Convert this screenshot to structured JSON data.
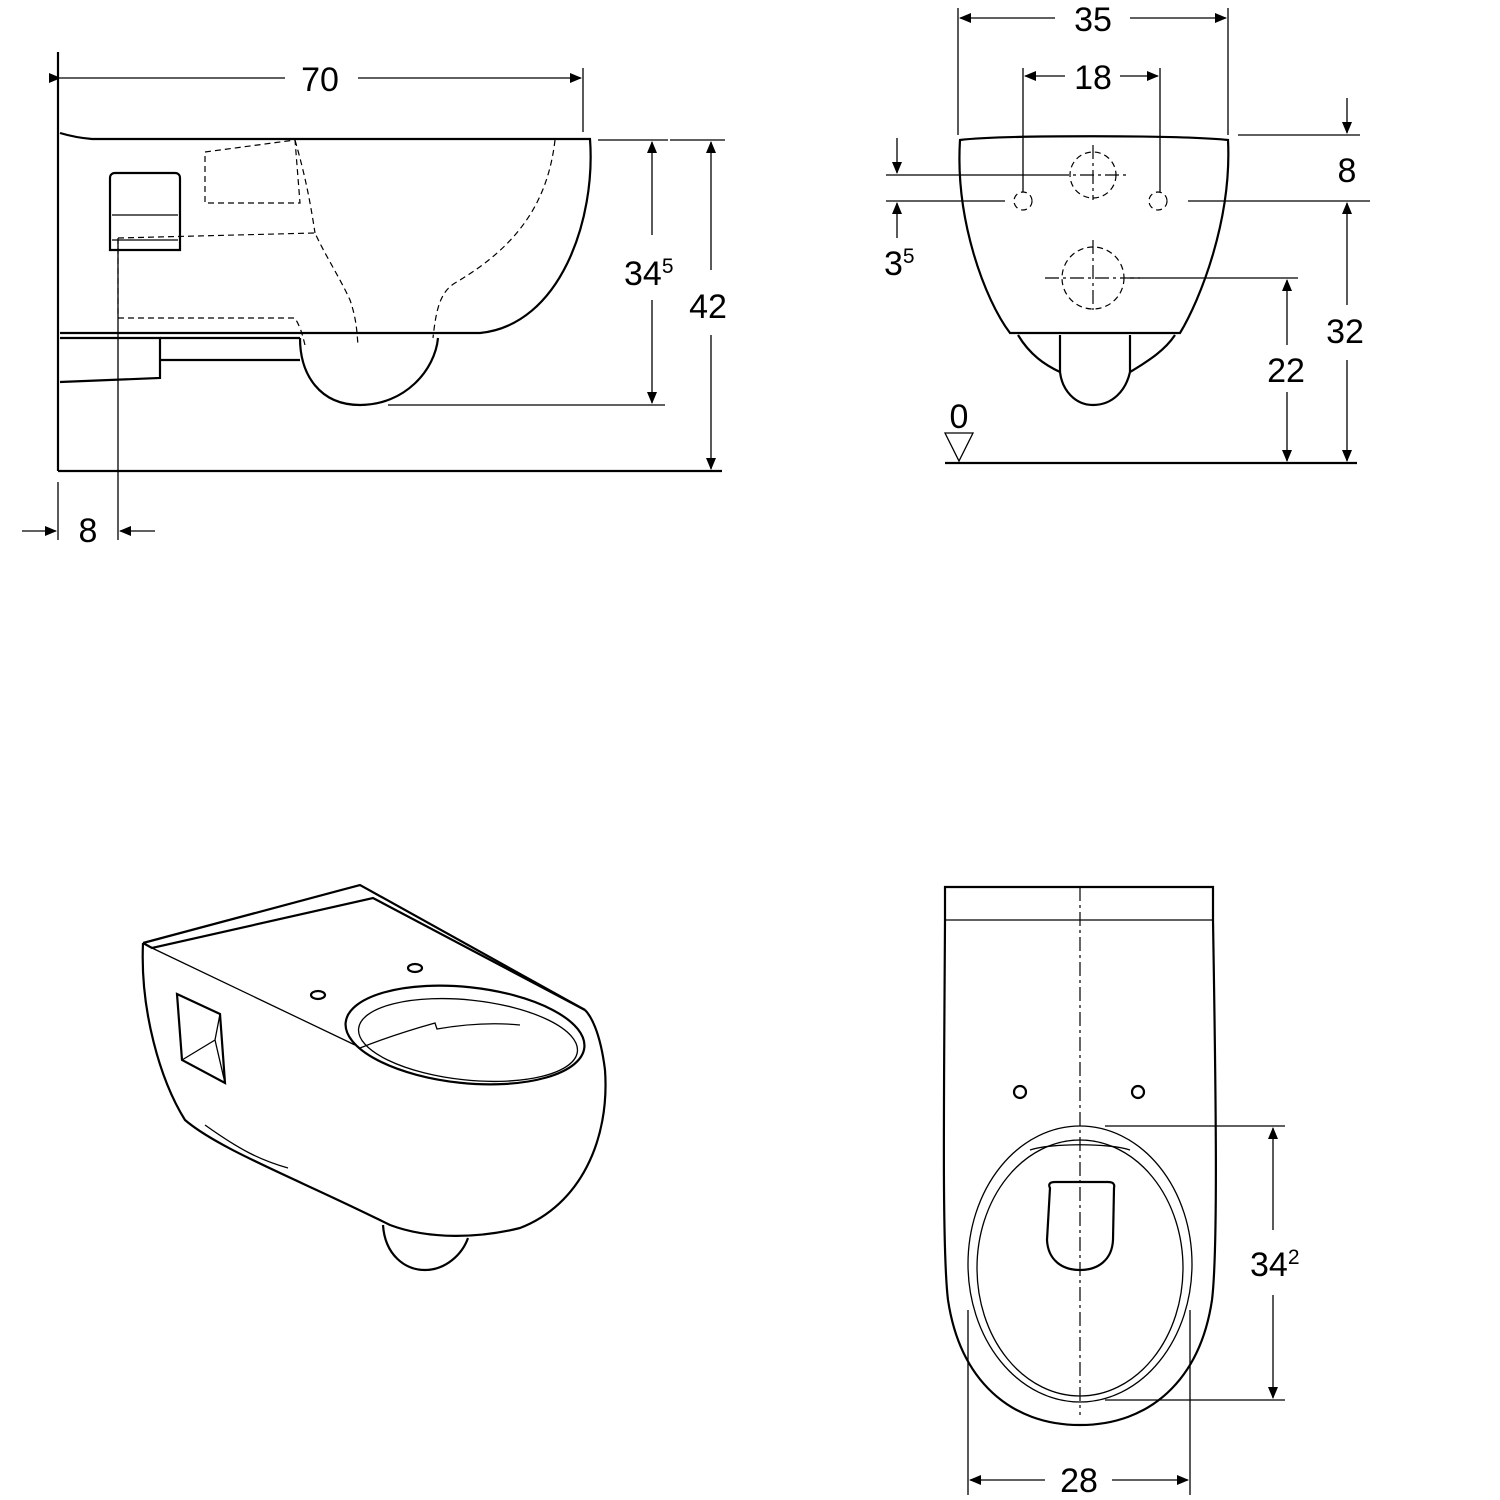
{
  "side_view": {
    "length": "70",
    "height_bowl": "34",
    "height_bowl_sup": "5",
    "height_total": "42",
    "wall_offset": "8"
  },
  "back_view": {
    "width": "35",
    "bolt_spacing": "18",
    "top_to_bolt": "8",
    "inlet_offset": "3",
    "inlet_offset_sup": "5",
    "outlet_height": "22",
    "bolt_height": "32",
    "datum": "0"
  },
  "top_view": {
    "seat_length": "34",
    "seat_length_sup": "2",
    "seat_width": "28"
  }
}
